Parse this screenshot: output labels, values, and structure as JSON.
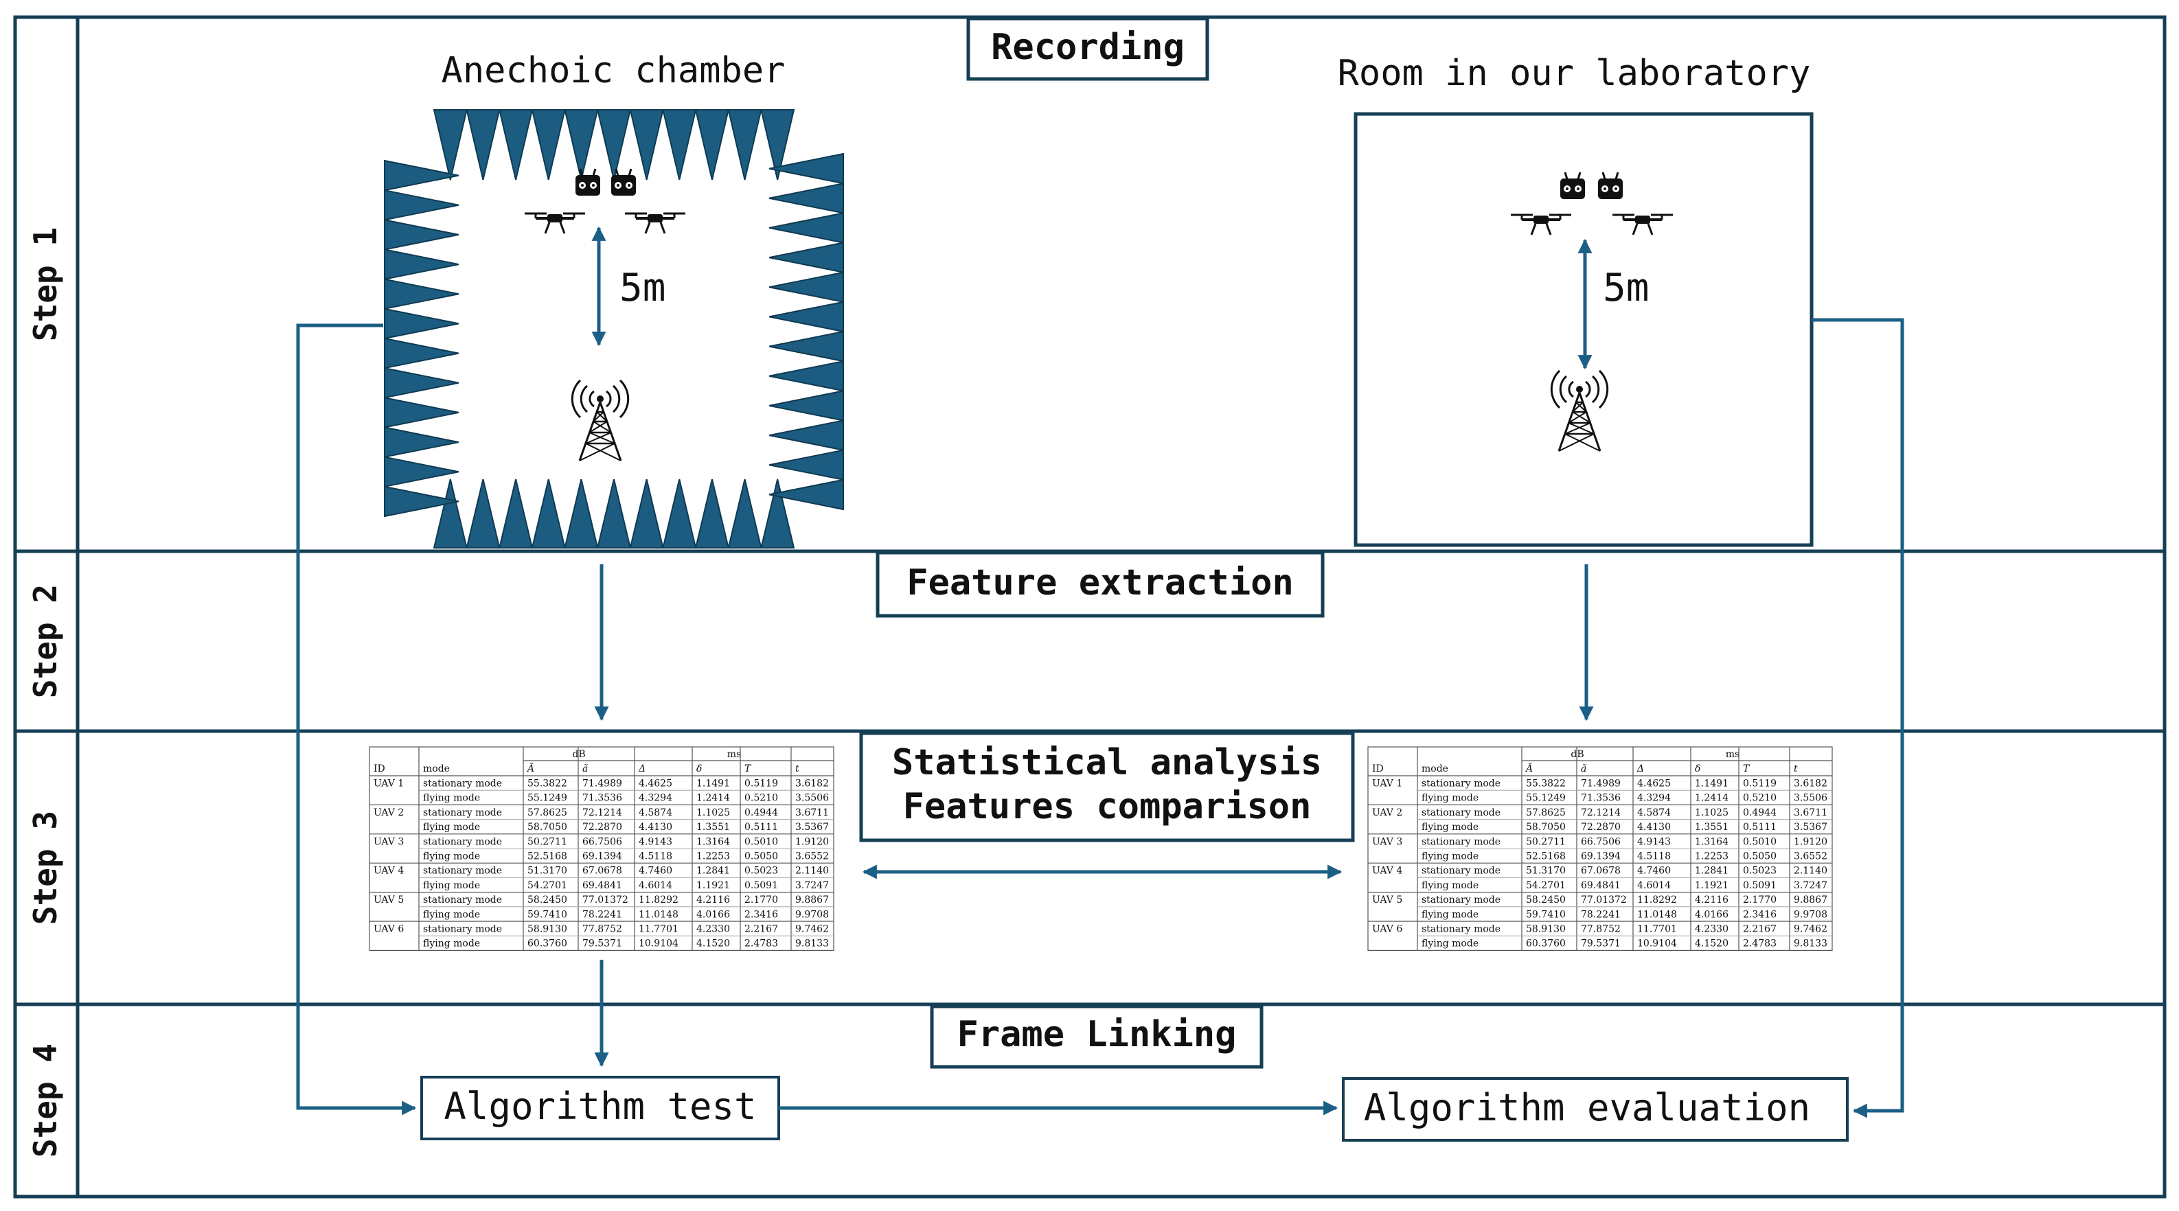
{
  "colors": {
    "frame": "#163f55",
    "arrow": "#1c5f86",
    "absorber": "#1c5c80",
    "text": "#111111"
  },
  "steps": [
    "Step 1",
    "Step 2",
    "Step 3",
    "Step 4"
  ],
  "step_titles": {
    "recording": "Recording",
    "feature_extraction": "Feature extraction",
    "statistical_line1": "Statistical analysis",
    "statistical_line2": "Features comparison",
    "frame_linking": "Frame Linking"
  },
  "rooms": {
    "left_label": "Anechoic chamber",
    "right_label": "Room in our laboratory",
    "distance": "5m"
  },
  "icons": {
    "drone": "drone-icon",
    "controller": "remote-controller-icon",
    "antenna": "antenna-tower-icon"
  },
  "boxes": {
    "algorithm_test": "Algorithm test",
    "algorithm_evaluation": "Algorithm evaluation"
  },
  "table": {
    "group_headers": [
      "dB",
      "ms"
    ],
    "columns": [
      "ID",
      "mode",
      "Ā",
      "ã",
      "Δ",
      "δ",
      "T",
      "t"
    ],
    "rows": [
      [
        "UAV 1",
        "stationary mode",
        "55.3822",
        "71.4989",
        "4.4625",
        "1.1491",
        "0.5119",
        "3.6182"
      ],
      [
        "",
        "flying mode",
        "55.1249",
        "71.3536",
        "4.3294",
        "1.2414",
        "0.5210",
        "3.5506"
      ],
      [
        "UAV 2",
        "stationary mode",
        "57.8625",
        "72.1214",
        "4.5874",
        "1.1025",
        "0.4944",
        "3.6711"
      ],
      [
        "",
        "flying mode",
        "58.7050",
        "72.2870",
        "4.4130",
        "1.3551",
        "0.5111",
        "3.5367"
      ],
      [
        "UAV 3",
        "stationary mode",
        "50.2711",
        "66.7506",
        "4.9143",
        "1.3164",
        "0.5010",
        "1.9120"
      ],
      [
        "",
        "flying mode",
        "52.5168",
        "69.1394",
        "4.5118",
        "1.2253",
        "0.5050",
        "3.6552"
      ],
      [
        "UAV 4",
        "stationary mode",
        "51.3170",
        "67.0678",
        "4.7460",
        "1.2841",
        "0.5023",
        "2.1140"
      ],
      [
        "",
        "flying mode",
        "54.2701",
        "69.4841",
        "4.6014",
        "1.1921",
        "0.5091",
        "3.7247"
      ],
      [
        "UAV 5",
        "stationary mode",
        "58.2450",
        "77.01372",
        "11.8292",
        "4.2116",
        "2.1770",
        "9.8867"
      ],
      [
        "",
        "flying mode",
        "59.7410",
        "78.2241",
        "11.0148",
        "4.0166",
        "2.3416",
        "9.9708"
      ],
      [
        "UAV 6",
        "stationary mode",
        "58.9130",
        "77.8752",
        "11.7701",
        "4.2330",
        "2.2167",
        "9.7462"
      ],
      [
        "",
        "flying mode",
        "60.3760",
        "79.5371",
        "10.9104",
        "4.1520",
        "2.4783",
        "9.8133"
      ]
    ]
  }
}
